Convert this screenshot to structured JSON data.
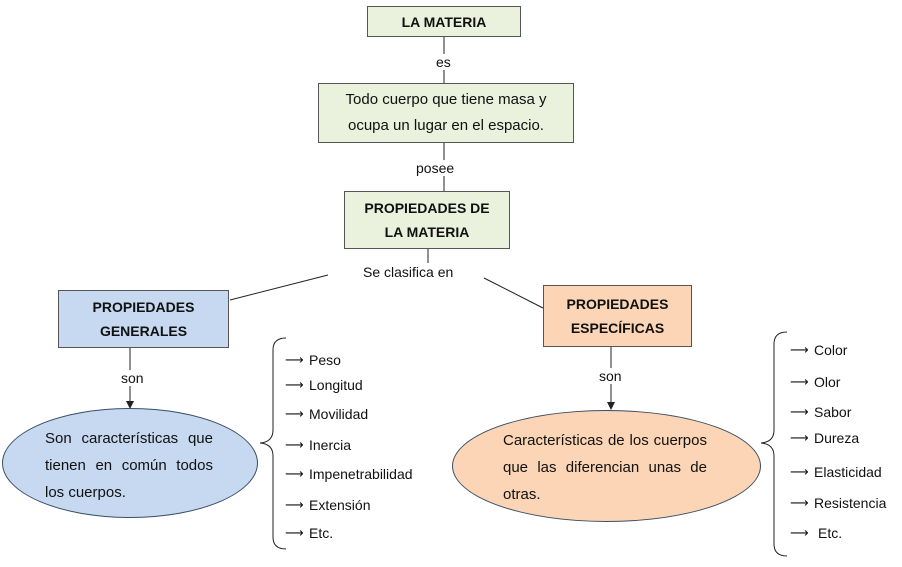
{
  "title": "LA MATERIA",
  "link_es": "es",
  "definition": "Todo cuerpo que tiene masa y ocupa un lugar en el espacio.",
  "link_posee": "posee",
  "properties": "PROPIEDADES DE LA MATERIA",
  "link_clasifica": "Se clasifica en",
  "general": {
    "title": "PROPIEDADES GENERALES",
    "link": "son",
    "description": "Son características que tienen en común todos los cuerpos.",
    "items": [
      "Peso",
      "Longitud",
      "Movilidad",
      "Inercia",
      "Impenetrabilidad",
      "Extensión",
      "Etc."
    ]
  },
  "specific": {
    "title": "PROPIEDADES ESPECÍFICAS",
    "link": "son",
    "description": "Características de los cuerpos que las diferencian unas de otras.",
    "items": [
      "Color",
      "Olor",
      "Sabor",
      "Dureza",
      "Elasticidad",
      "Resistencia",
      "Etc."
    ]
  },
  "colors": {
    "green_fill": "#eaf1dd",
    "blue_fill": "#c6d9f0",
    "peach_fill": "#fbd5b5"
  }
}
